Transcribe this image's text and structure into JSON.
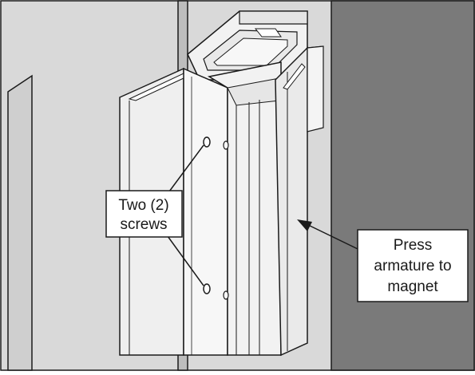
{
  "diagram": {
    "callouts": {
      "screws": [
        "Two (2)",
        "screws"
      ],
      "armature": [
        "Press",
        "armature to",
        "magnet"
      ]
    },
    "colors": {
      "wall": "#d9d9d9",
      "jamb_dark": "#7a7a7a",
      "magnet_body": "#f4f4f4",
      "armature": "#efefef",
      "outline": "#1a1a1a",
      "label_bg": "#ffffff"
    }
  }
}
